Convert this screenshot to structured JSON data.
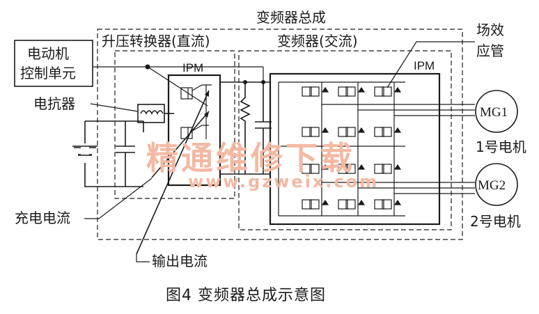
{
  "labels": {
    "assembly": "变频器总成",
    "boost": "升压转换器(直流)",
    "inverter": "变频器(交流)",
    "ipm_left": "IPM",
    "ipm_right": "IPM",
    "mcu_line1": "电动机",
    "mcu_line2": "控制单元",
    "reactor": "电抗器",
    "transistor_line1": "场效",
    "transistor_line2": "应管",
    "charge_current": "充电电流",
    "output_current": "输出电流",
    "mg1": "MG1",
    "mg1_name": "1号电机",
    "mg2": "MG2",
    "mg2_name": "2号电机"
  },
  "caption": "图4   变频器总成示意图",
  "watermark": {
    "main": "精通维修下载",
    "url": "www.gzweix.com"
  }
}
